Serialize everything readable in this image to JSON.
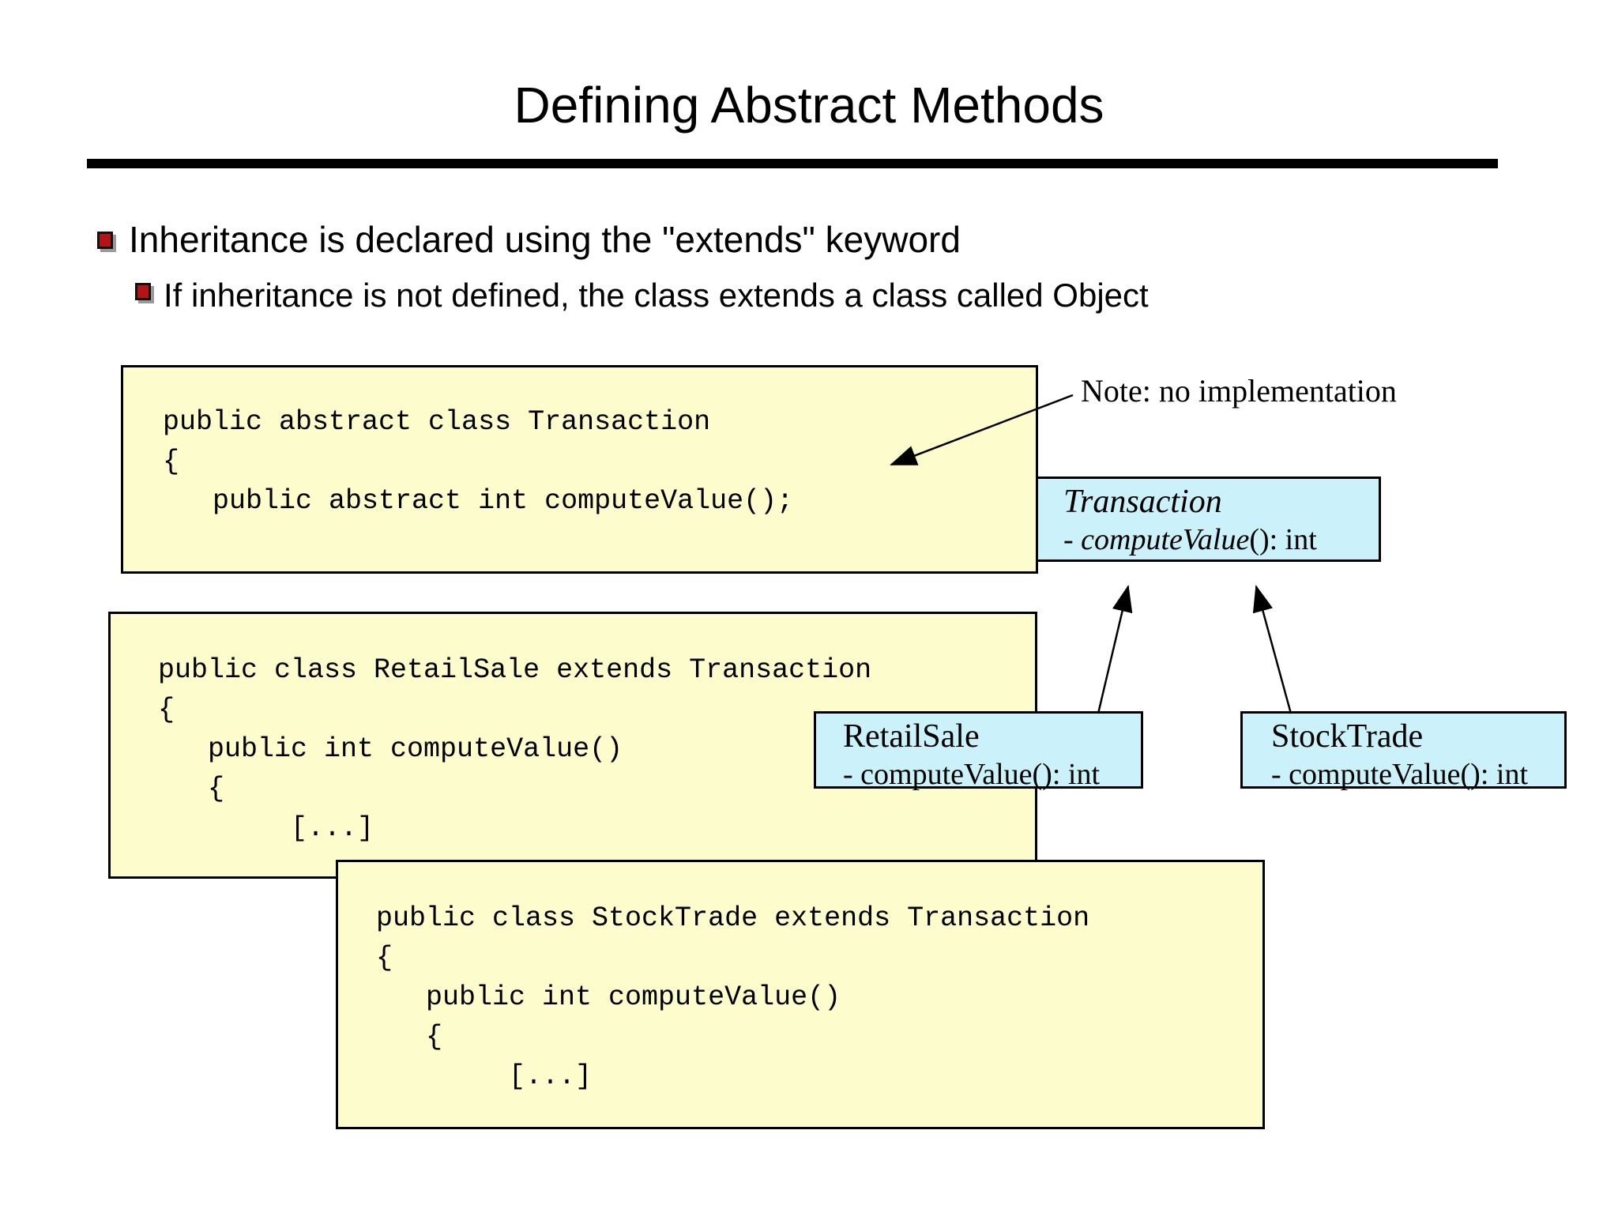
{
  "title": "Defining Abstract Methods",
  "bullets": [
    {
      "level": 1,
      "text": "Inheritance is declared using the \"extends\" keyword"
    },
    {
      "level": 2,
      "text": "If inheritance is not defined, the class extends a class called Object"
    }
  ],
  "note": {
    "text": "Note: no implementation"
  },
  "code_boxes": [
    {
      "title": "transaction-code",
      "code": "public abstract class Transaction\n{\n   public abstract int computeValue();"
    },
    {
      "title": "retailsale-code",
      "code": "public class RetailSale extends Transaction\n{\n   public int computeValue()\n   {\n        [...]"
    },
    {
      "title": "stocktrade-code",
      "code": "public class StockTrade extends Transaction\n{\n   public int computeValue()\n   {\n        [...]"
    }
  ],
  "uml": {
    "transaction": {
      "name": "Transaction",
      "member_prefix": "- ",
      "member_italic": "computeValue",
      "member_suffix": "(): int"
    },
    "retailsale": {
      "name": "RetailSale",
      "member": "- computeValue(): int"
    },
    "stocktrade": {
      "name": "StockTrade",
      "member": "- computeValue(): int"
    }
  },
  "colors": {
    "code_box_fill": "#FCFCCC",
    "uml_box_fill": "#CBF2FA",
    "bullet_red": "#B51414",
    "rule_black": "#000000"
  }
}
